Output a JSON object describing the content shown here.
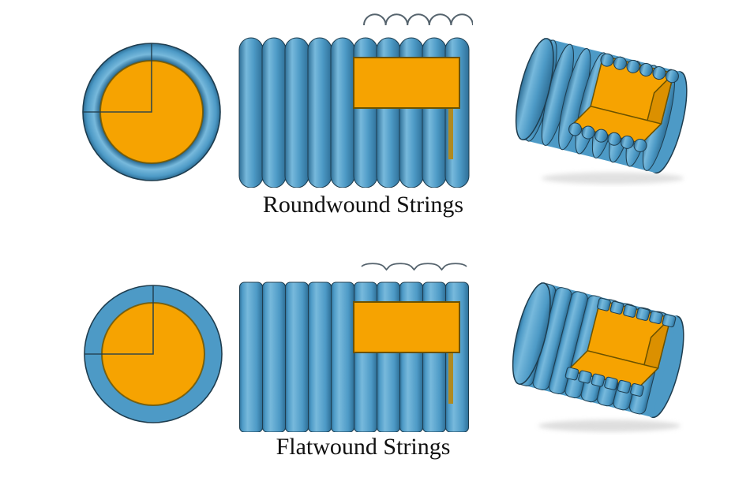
{
  "figure": {
    "background": "#FFFFFF",
    "rows": [
      {
        "id": "roundwound",
        "label": "Roundwound Strings",
        "winding_profile": "round",
        "views": [
          {
            "name": "cross-section"
          },
          {
            "name": "side-cutaway"
          },
          {
            "name": "perspective-cutaway"
          }
        ]
      },
      {
        "id": "flatwound",
        "label": "Flatwound Strings",
        "winding_profile": "flat",
        "views": [
          {
            "name": "cross-section"
          },
          {
            "name": "side-cutaway"
          },
          {
            "name": "perspective-cutaway"
          }
        ]
      }
    ]
  },
  "colors": {
    "background": "#FFFFFF",
    "winding_blue": "#4D9AC6",
    "winding_blue_light": "#77B9DC",
    "winding_blue_dark": "#2E6F97",
    "core_orange": "#F6A301",
    "core_orange_dark": "#DB9000",
    "core_outline": "#6B5200",
    "core_edge_sliver": "#B08A20",
    "outline": "#1E3D4F",
    "profile_gray": "#55636D",
    "text": "#111111",
    "shadow": "#BDBDBD"
  }
}
